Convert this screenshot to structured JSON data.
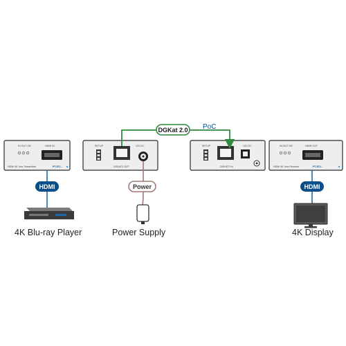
{
  "diagram": {
    "colors": {
      "device_body": "#eeeeee",
      "device_outline": "#2b2b2b",
      "hdmi_line": "#1e6aa8",
      "hdmi_pill": "#0b4f8a",
      "dgkat_line": "#2f8a3d",
      "power_line": "#a07a76"
    },
    "transmitter": {
      "label_leds": "IN OUT ON",
      "label_port": "HDMI IN",
      "label_name": "HDMI 4K Line Transmitter",
      "label_model": "PT-871..."
    },
    "tx_rear": {
      "label_setup": "SETUP",
      "label_dgkat": "DGKAT2 OUT",
      "label_power": "12V DC"
    },
    "rx_rear": {
      "label_setup": "SETUP",
      "label_dgkat": "DGKAT2 IN",
      "label_power": "12V DC"
    },
    "receiver": {
      "label_leds": "IN OUT ON",
      "label_port": "HDMI OUT",
      "label_name": "HDMI 4K Line Receiver",
      "label_model": "PT-872..."
    },
    "badges": {
      "hdmi_left": "HDMI",
      "hdmi_right": "HDMI",
      "power": "Power",
      "dgkat": "DGKat 2.0",
      "poc": "PoC"
    },
    "captions": {
      "source": "4K Blu-ray Player",
      "power_supply": "Power Supply",
      "display": "4K Display"
    }
  }
}
